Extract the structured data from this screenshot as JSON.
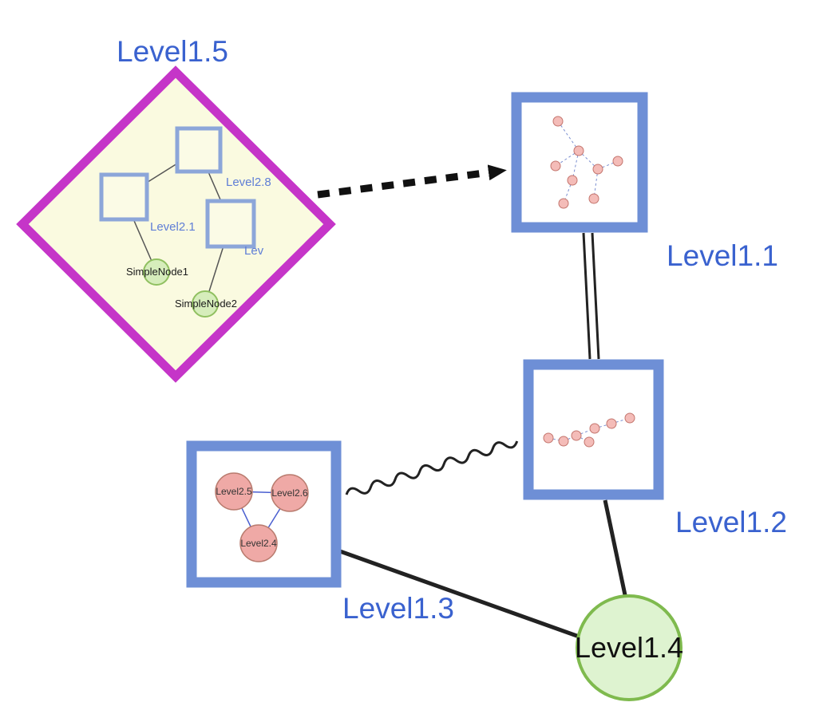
{
  "labels": {
    "level1_5": "Level1.5",
    "level1_1": "Level1.1",
    "level1_2": "Level1.2",
    "level1_3": "Level1.3",
    "level1_4": "Level1.4",
    "level2_8": "Level2.8",
    "level2_1": "Level2.1",
    "lev_truncated": "Lev",
    "simple_node_1": "SimpleNode1",
    "simple_node_2": "SimpleNode2",
    "level2_5": "Level2.5",
    "level2_6": "Level2.6",
    "level2_4": "Level2.4"
  },
  "colors": {
    "label_blue": "#3a62cf",
    "diamond_stroke": "#c535c8",
    "diamond_fill": "#fafae0",
    "square_group_stroke": "#6e8fd6",
    "inner_square_stroke": "#8ca6d9",
    "green_node_fill": "#d9efc2",
    "green_node_stroke": "#8abb5d",
    "pink_node_fill": "#f2b3ae",
    "pink_node_stroke": "#bd7a6f",
    "edge_black": "#1c1c1c",
    "inner_edge_blue": "#4a5fd0"
  },
  "graph": {
    "top_level_nodes": [
      {
        "id": "level1_5",
        "label": "Level1.5",
        "shape": "diamond-group",
        "children": [
          "Level2.8",
          "Level2.1",
          "Lev",
          "SimpleNode1",
          "SimpleNode2"
        ]
      },
      {
        "id": "level1_1",
        "label": "Level1.1",
        "shape": "square-group"
      },
      {
        "id": "level1_2",
        "label": "Level1.2",
        "shape": "square-group"
      },
      {
        "id": "level1_3",
        "label": "Level1.3",
        "shape": "square-group",
        "children": [
          "Level2.5",
          "Level2.6",
          "Level2.4"
        ]
      },
      {
        "id": "level1_4",
        "label": "Level1.4",
        "shape": "circle"
      }
    ],
    "edges": [
      {
        "from": "Level1.5",
        "to": "Level1.1",
        "style": "thick-dashed-arrow"
      },
      {
        "from": "Level1.1",
        "to": "Level1.2",
        "style": "double-parallel-line"
      },
      {
        "from": "Level1.3",
        "to": "Level1.2",
        "style": "wavy-line"
      },
      {
        "from": "Level1.3",
        "to": "Level1.4",
        "style": "solid-line"
      },
      {
        "from": "Level1.2",
        "to": "Level1.4",
        "style": "solid-line"
      }
    ]
  }
}
